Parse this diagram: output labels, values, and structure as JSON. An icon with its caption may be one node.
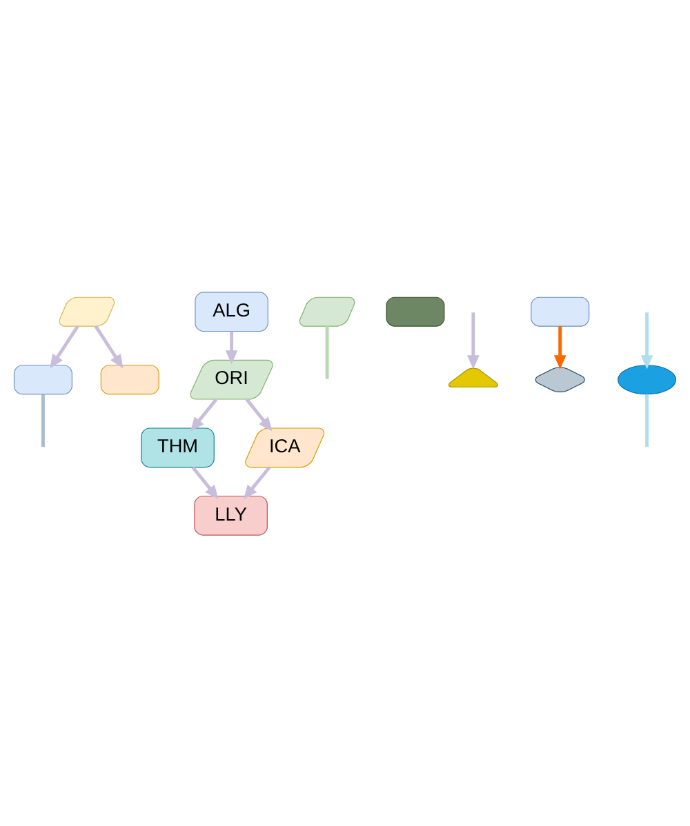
{
  "diagram": {
    "nodes": [
      {
        "text": [],
        "shape": "parallelogram"
      },
      {
        "text": [],
        "shape": "box"
      },
      {
        "text": [
          "ALG"
        ]
      },
      {
        "text": [],
        "shape": "parallelogram"
      },
      {
        "text": [],
        "shape": "box"
      },
      {
        "text": [
          "ORI"
        ]
      },
      {
        "text": [],
        "shape": "box"
      },
      {
        "text": [
          "THM"
        ]
      },
      {
        "text": [
          "ICA"
        ]
      },
      {
        "text": [],
        "shape": "triangle"
      },
      {
        "text": [
          "LLY"
        ]
      },
      {
        "text": [],
        "shape": "box"
      },
      {
        "text": [],
        "shape": "ellipse"
      },
      {
        "text": [],
        "shape": "diamond"
      }
    ],
    "edges": [
      {
        "from": 0,
        "to": 1,
        "arrow": "to"
      },
      {
        "from": 1,
        "to": null,
        "arrow": "none",
        "color": "#a9bdcb"
      },
      {
        "from": 0,
        "to": 4,
        "arrow": "to"
      },
      {
        "from": 3,
        "to": null,
        "arrow": "none",
        "color": "#b9d9b3"
      },
      {
        "from": 2,
        "to": 5,
        "arrow": "to"
      },
      {
        "from": 5,
        "to": 7,
        "arrow": "to"
      },
      {
        "from": 5,
        "to": 8,
        "arrow": "to"
      },
      {
        "from": 7,
        "to": 10,
        "arrow": "to"
      },
      {
        "from": 8,
        "to": 10,
        "arrow": "to"
      },
      {
        "from": null,
        "to": 9,
        "arrow": "to"
      },
      {
        "from": 11,
        "to": 13,
        "arrow": "to",
        "color": "#fa6800"
      },
      {
        "from": 12,
        "to": null,
        "arrow": "none",
        "color": "#b1ddf0"
      },
      {
        "from": null,
        "to": 12,
        "arrow": "to",
        "color": "#b1ddf0"
      }
    ]
  }
}
